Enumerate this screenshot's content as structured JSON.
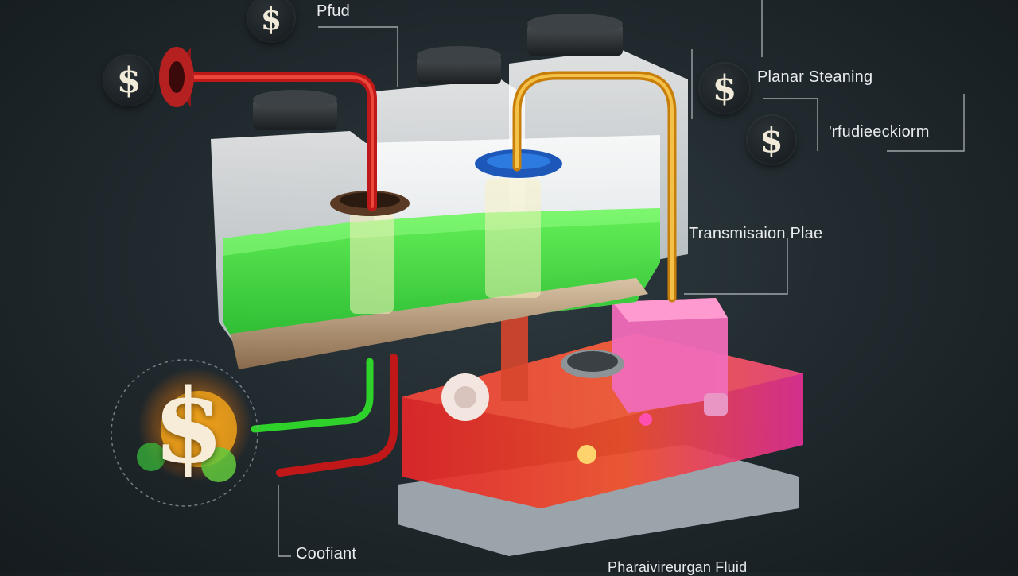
{
  "labels": {
    "fluid_top": "Pfud",
    "power_steering": "Planar Steaning",
    "misc": "'rfudieeckiorm",
    "transmission": "Transmisaion Plae",
    "coolant": "Coofiant",
    "bottom": "Pharaivireurgan Fluid"
  },
  "icons": {
    "currency_symbol": "$",
    "dollar_coin_icon": "dollar-coin-icon"
  },
  "colors": {
    "background": "#1f282c",
    "green_fluid": "#3fe03a",
    "red_tube": "#d41f1f",
    "orange_tube": "#e8a21a",
    "pink_reservoir": "#e8308c",
    "red_reservoir": "#e53a2a"
  }
}
